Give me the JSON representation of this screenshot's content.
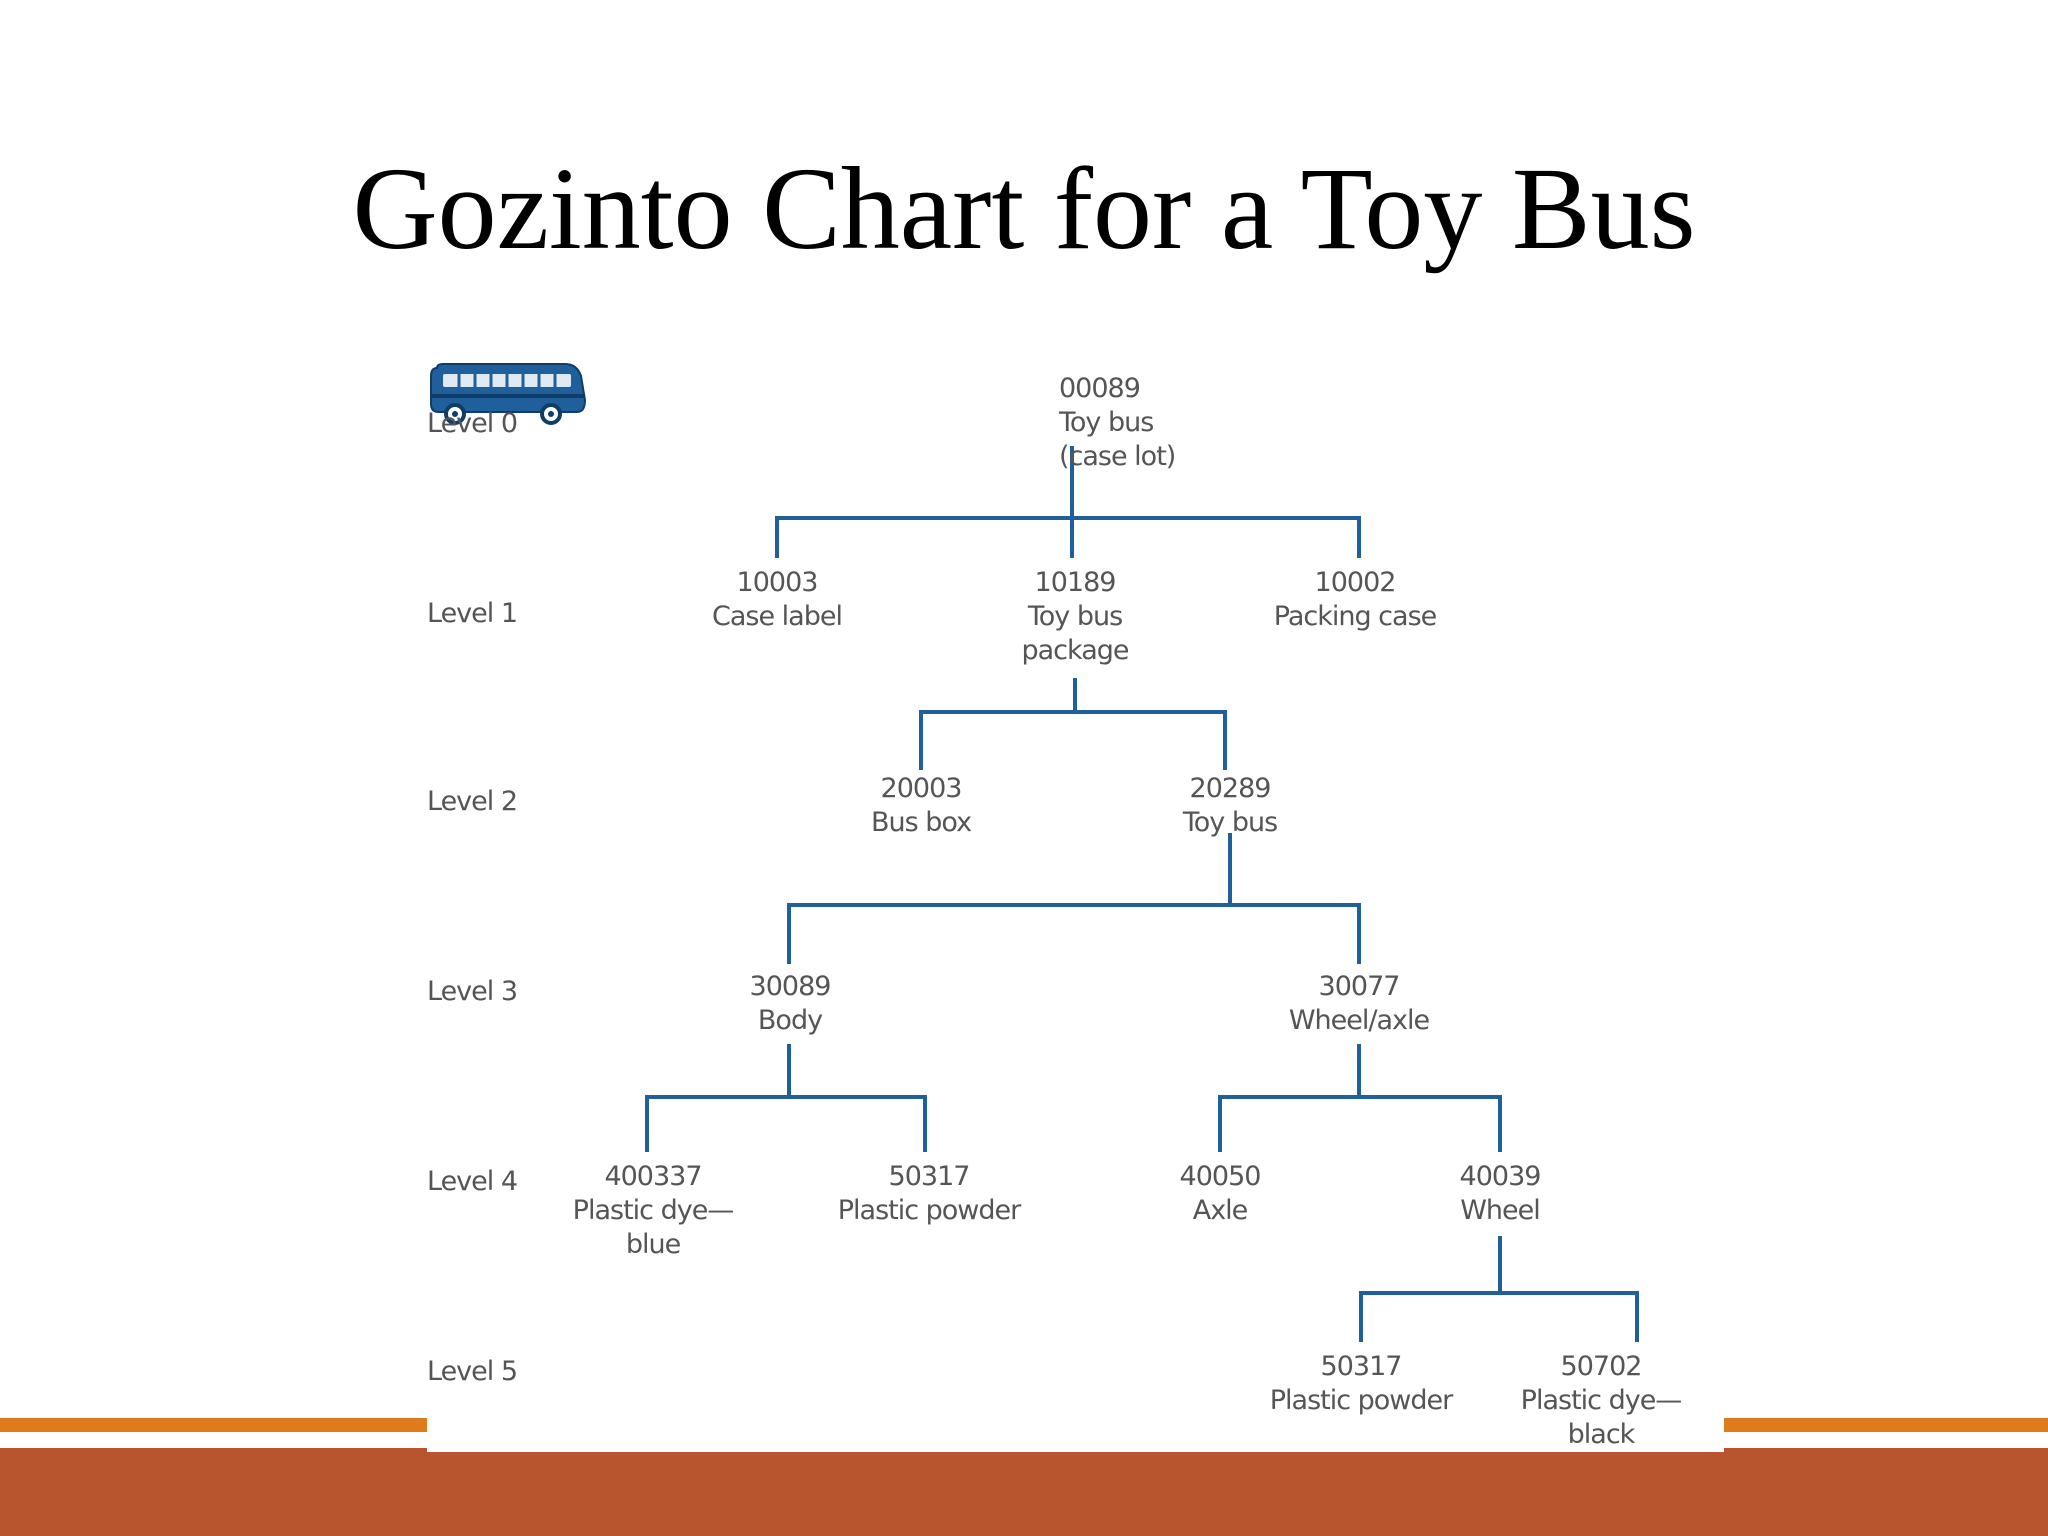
{
  "title": "Gozinto Chart for a Toy Bus",
  "levels": [
    "Level 0",
    "Level 1",
    "Level 2",
    "Level 3",
    "Level 4",
    "Level 5"
  ],
  "nodes": {
    "n00089": {
      "code": "00089",
      "name_line1": "Toy bus",
      "name_line2": "(case lot)"
    },
    "n10003": {
      "code": "10003",
      "name_line1": "Case label"
    },
    "n10189": {
      "code": "10189",
      "name_line1": "Toy bus",
      "name_line2": "package"
    },
    "n10002": {
      "code": "10002",
      "name_line1": "Packing case"
    },
    "n20003": {
      "code": "20003",
      "name_line1": "Bus box"
    },
    "n20289": {
      "code": "20289",
      "name_line1": "Toy bus"
    },
    "n30089": {
      "code": "30089",
      "name_line1": "Body"
    },
    "n30077": {
      "code": "30077",
      "name_line1": "Wheel/axle"
    },
    "n400337": {
      "code": "400337",
      "name_line1": "Plastic dye—",
      "name_line2": "blue"
    },
    "n50317a": {
      "code": "50317",
      "name_line1": "Plastic powder"
    },
    "n40050": {
      "code": "40050",
      "name_line1": "Axle"
    },
    "n40039": {
      "code": "40039",
      "name_line1": "Wheel"
    },
    "n50317b": {
      "code": "50317",
      "name_line1": "Plastic powder"
    },
    "n50702": {
      "code": "50702",
      "name_line1": "Plastic dye—",
      "name_line2": "black"
    }
  },
  "colors": {
    "connector": "#1f5f9c",
    "bus_body": "#1f5f9c",
    "accent_stripe": "#e07b1c",
    "footer_band": "#b8552e"
  },
  "icons": {
    "root_image": "toy-bus-icon"
  }
}
